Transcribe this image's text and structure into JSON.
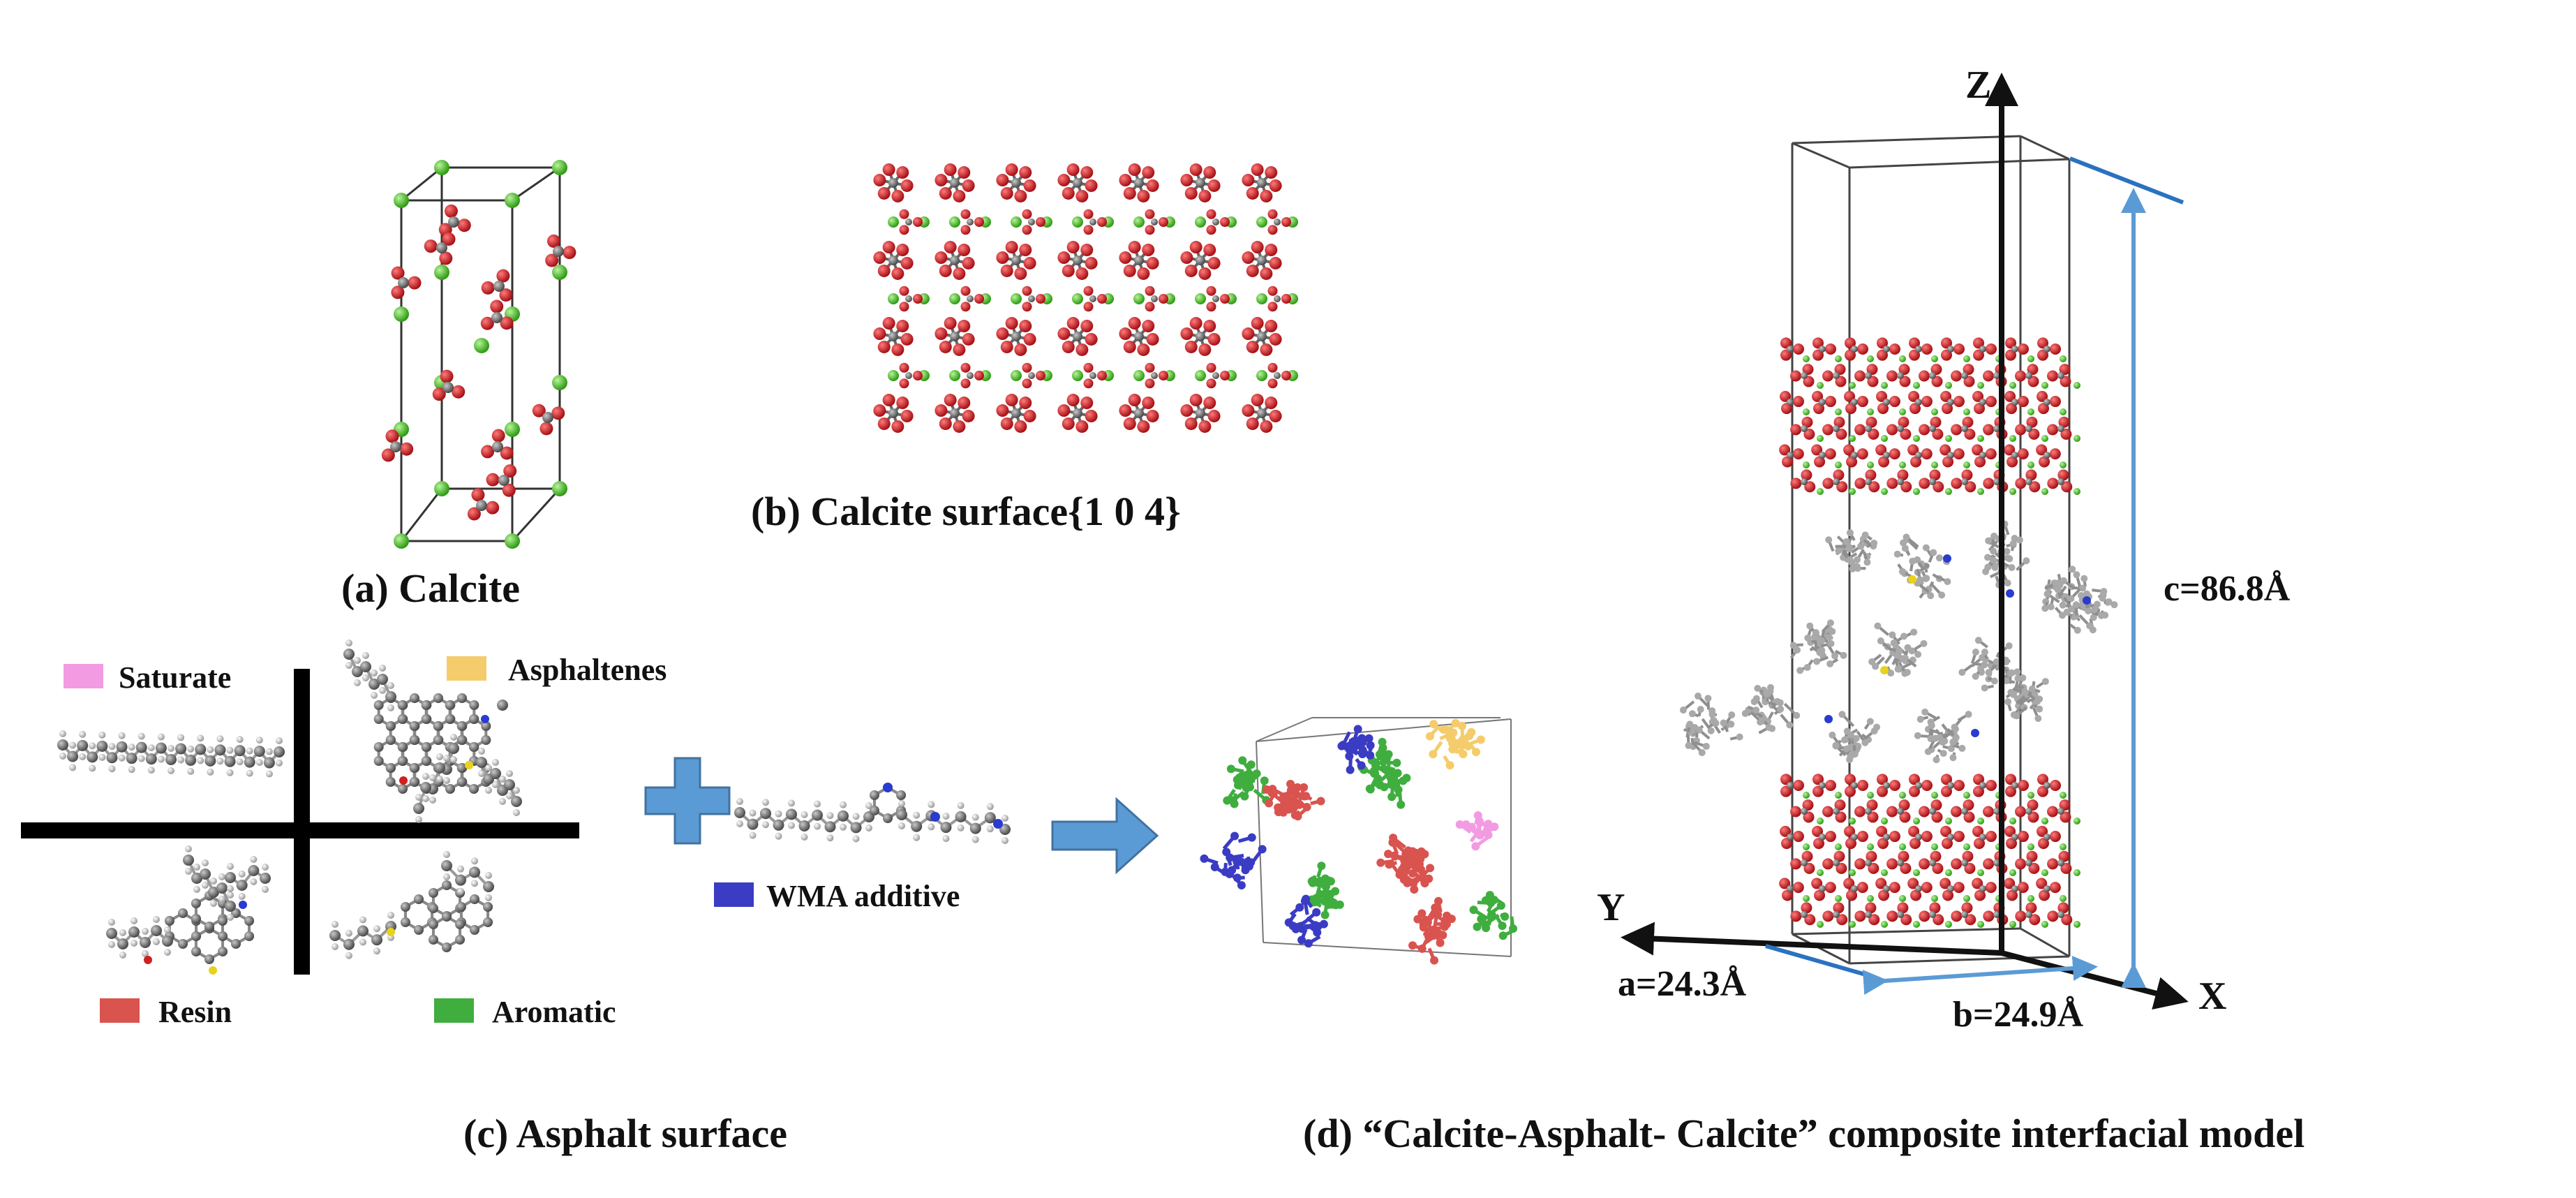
{
  "panels": {
    "a": {
      "caption": "(a)  Calcite"
    },
    "b": {
      "caption": "(b)  Calcite surface{1 0 4}"
    },
    "c": {
      "caption": "(c)  Asphalt surface",
      "legend": [
        {
          "key": "saturate",
          "label": "Saturate",
          "color": "#f29be3"
        },
        {
          "key": "asphaltenes",
          "label": "Asphaltenes",
          "color": "#f5cc6b"
        },
        {
          "key": "resin",
          "label": "Resin",
          "color": "#d9534f"
        },
        {
          "key": "aromatic",
          "label": "Aromatic",
          "color": "#3fae3f"
        }
      ],
      "additive": {
        "label": "WMA additive",
        "color": "#3a3cc4"
      }
    },
    "d": {
      "caption": "(d)  “Calcite-Asphalt- Calcite” composite interfacial model",
      "axes": {
        "z": "Z",
        "y": "Y",
        "x": "X"
      },
      "dimensions": {
        "a": "a=24.3Å",
        "b": "b=24.9Å",
        "c": "c=86.8Å"
      }
    }
  },
  "colors": {
    "oxygen": "#c8161d",
    "carbon": "#7a7a7a",
    "calcium": "#4fc42a",
    "arrow_blue": "#5b8fc9",
    "dim_blue": "#2a72c0",
    "hydrogen": "#d8d8d8"
  }
}
